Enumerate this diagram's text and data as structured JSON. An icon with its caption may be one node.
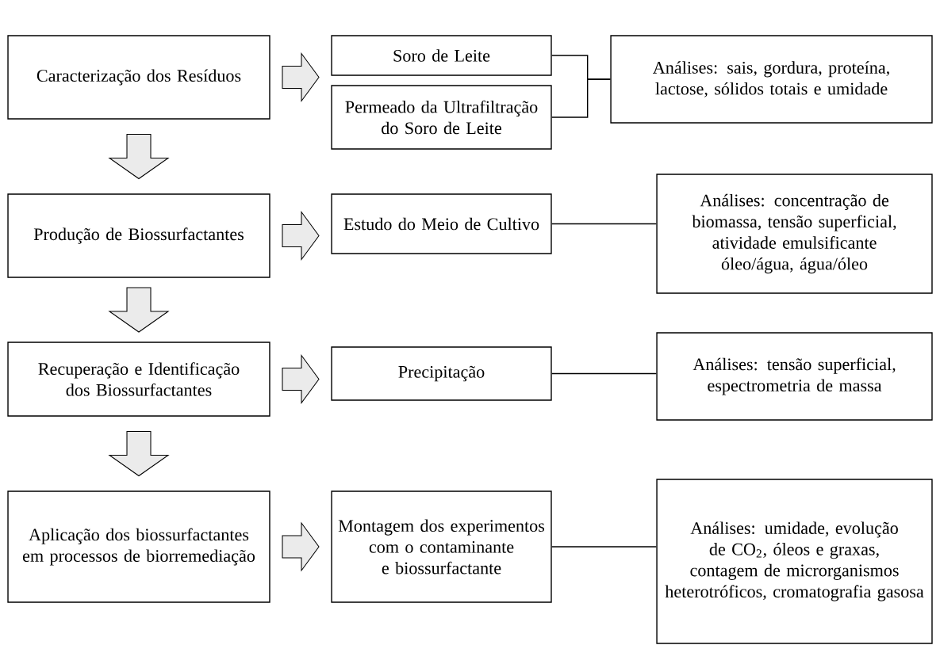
{
  "diagram": {
    "nodes": [
      {
        "text": [
          "Caracterização dos Resíduos"
        ]
      },
      {
        "text": [
          "Soro de Leite"
        ]
      },
      {
        "text": [
          "Permeado da Ultrafiltração do Soro de Leite"
        ]
      },
      {
        "text": [
          "Análises: sais, gordura, proteína, lactose, sólidos totais e umidade"
        ]
      },
      {
        "text": [
          "Produção de Biossurfactantes"
        ]
      },
      {
        "text": [
          "Estudo do Meio de Cultivo"
        ]
      },
      {
        "text": [
          "Análises: concentração de biomassa, tensão superficial, atividade emulsificante óleo/água, água/óleo"
        ]
      },
      {
        "text": [
          "Recuperação e Identificação dos Biossurfactantes"
        ]
      },
      {
        "text": [
          "Precipitação"
        ]
      },
      {
        "text": [
          "Análises: tensão superficial, espectrometria de massa"
        ]
      },
      {
        "text": [
          "Aplicação dos biossurfactantes em processos de biorremediação"
        ]
      },
      {
        "text": [
          "Montagem dos experimentos com o contaminante e biossurfactante"
        ]
      },
      {
        "text": [
          "Análises: umidade, evolução de CO$_{2}$, óleos e graxas, contagem de microrganismos heterotróficos, cromatografia gasosa"
        ]
      }
    ],
    "edges": [
      {
        "from": 0,
        "to": 1,
        "arrow": "to"
      },
      {
        "from": 0,
        "to": 4,
        "arrow": "to"
      },
      {
        "from": 4,
        "to": 5,
        "arrow": "to"
      },
      {
        "from": 4,
        "to": 7,
        "arrow": "to"
      },
      {
        "from": 7,
        "to": 8,
        "arrow": "to"
      },
      {
        "from": 7,
        "to": 10,
        "arrow": "to"
      },
      {
        "from": 10,
        "to": 11,
        "arrow": "to"
      },
      {
        "from": 1,
        "to": 3,
        "arrow": "none"
      },
      {
        "from": 2,
        "to": 3,
        "arrow": "none"
      },
      {
        "from": 5,
        "to": 6,
        "arrow": "none"
      },
      {
        "from": 8,
        "to": 9,
        "arrow": "none"
      },
      {
        "from": 11,
        "to": 12,
        "arrow": "none"
      }
    ]
  }
}
